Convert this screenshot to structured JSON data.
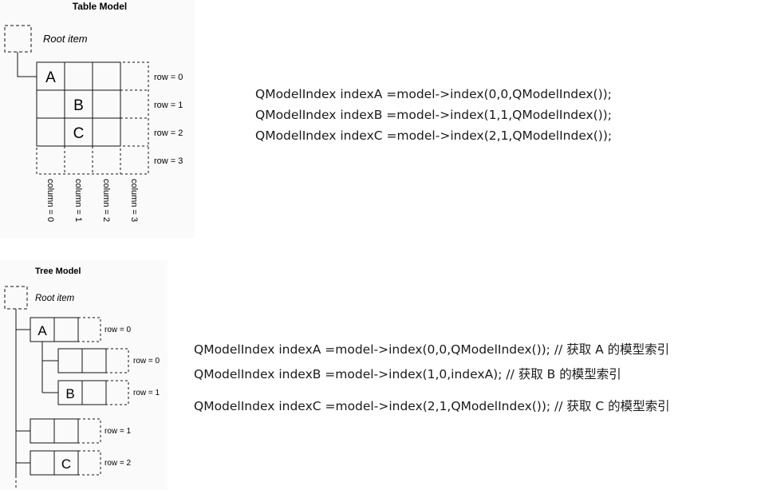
{
  "table_model": {
    "title": "Table Model",
    "root_label": "Root item",
    "cells": [
      [
        "A",
        "",
        "",
        ""
      ],
      [
        "",
        "B",
        "",
        ""
      ],
      [
        "",
        "C",
        "",
        ""
      ],
      [
        "",
        "",
        "",
        ""
      ]
    ],
    "row_labels": [
      "row = 0",
      "row = 1",
      "row = 2",
      "row = 3"
    ],
    "column_labels": [
      "column = 0",
      "column = 1",
      "column = 2",
      "column = 3"
    ]
  },
  "tree_model": {
    "title": "Tree Model",
    "root_label": "Root item",
    "rows": [
      {
        "cells": [
          "A",
          ""
        ],
        "label": "row = 0"
      },
      {
        "cells": [
          "",
          ""
        ],
        "label": "row = 0"
      },
      {
        "cells": [
          "B",
          ""
        ],
        "label": "row = 1"
      },
      {
        "cells": [
          "",
          ""
        ],
        "label": "row = 1"
      },
      {
        "cells": [
          "",
          "C"
        ],
        "label": "row = 2"
      }
    ]
  },
  "code_table": [
    "QModelIndex indexA =model->index(0,0,QModelIndex());",
    "QModelIndex indexB =model->index(1,1,QModelIndex());",
    "QModelIndex indexC =model->index(2,1,QModelIndex());"
  ],
  "code_tree": [
    "QModelIndex indexA =model->index(0,0,QModelIndex()); // 获取 A 的模型索引",
    "QModelIndex indexB =model->index(1,0,indexA); // 获取 B 的模型索引",
    "QModelIndex indexC =model->index(2,1,QModelIndex()); // 获取 C 的模型索引"
  ]
}
